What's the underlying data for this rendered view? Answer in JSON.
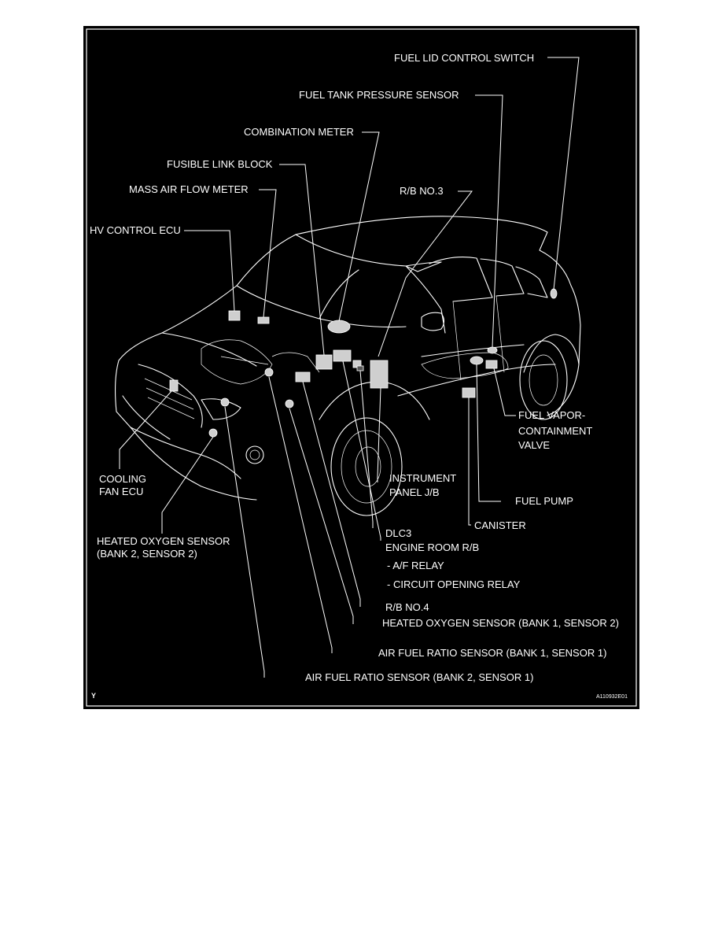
{
  "labels": {
    "fuel_lid_control_switch": "FUEL LID CONTROL SWITCH",
    "fuel_tank_pressure_sensor": "FUEL TANK PRESSURE SENSOR",
    "combination_meter": "COMBINATION METER",
    "fusible_link_block": "FUSIBLE LINK BLOCK",
    "mass_air_flow_meter": "MASS AIR FLOW METER",
    "rb_no3": "R/B NO.3",
    "hv_control_ecu": "HV CONTROL ECU",
    "cooling_fan_ecu_line1": "COOLING",
    "cooling_fan_ecu_line2": "FAN ECU",
    "fuel_vapor_line1": "FUEL VAPOR-",
    "fuel_vapor_line2": "CONTAINMENT",
    "fuel_vapor_line3": "VALVE",
    "instrument_panel_line1": "INSTRUMENT",
    "instrument_panel_line2": "PANEL J/B",
    "fuel_pump": "FUEL PUMP",
    "canister": "CANISTER",
    "heated_oxygen_bank2_line1": "HEATED OXYGEN SENSOR",
    "heated_oxygen_bank2_line2": "(BANK 2, SENSOR 2)",
    "dlc3": "DLC3",
    "engine_room_rb": "ENGINE ROOM R/B",
    "af_relay": "- A/F RELAY",
    "circuit_opening_relay": "- CIRCUIT OPENING RELAY",
    "rb_no4": "R/B NO.4",
    "heated_oxygen_bank1": "HEATED OXYGEN SENSOR (BANK 1, SENSOR 2)",
    "air_fuel_bank1": "AIR FUEL RATIO SENSOR (BANK 1, SENSOR 1)",
    "air_fuel_bank2": "AIR FUEL RATIO SENSOR (BANK 2, SENSOR 1)"
  },
  "corner": {
    "orientation_mark": "Y",
    "figure_code": "A110932E01"
  },
  "colors": {
    "background": "#000000",
    "ink": "#ffffff",
    "page": "#ffffff"
  }
}
